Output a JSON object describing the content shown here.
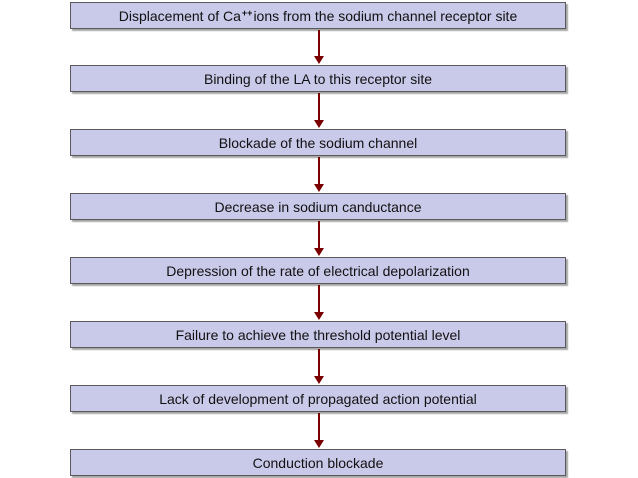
{
  "diagram": {
    "steps": [
      {
        "pre": "Displacement of Ca",
        "sup": "++",
        "post": "ions from the sodium channel receptor site"
      },
      {
        "label": "Binding of the LA to this receptor site"
      },
      {
        "label": "Blockade of the sodium channel"
      },
      {
        "label": "Decrease in sodium canductance"
      },
      {
        "label": "Depression of the rate of electrical depolarization"
      },
      {
        "label": "Failure to achieve the threshold potential level"
      },
      {
        "label": "Lack of development of propagated action potential"
      },
      {
        "label": "Conduction blockade"
      }
    ],
    "colors": {
      "box_fill": "#c9c9ea",
      "box_border": "#5a5a5a",
      "arrow": "#7a0000"
    }
  }
}
